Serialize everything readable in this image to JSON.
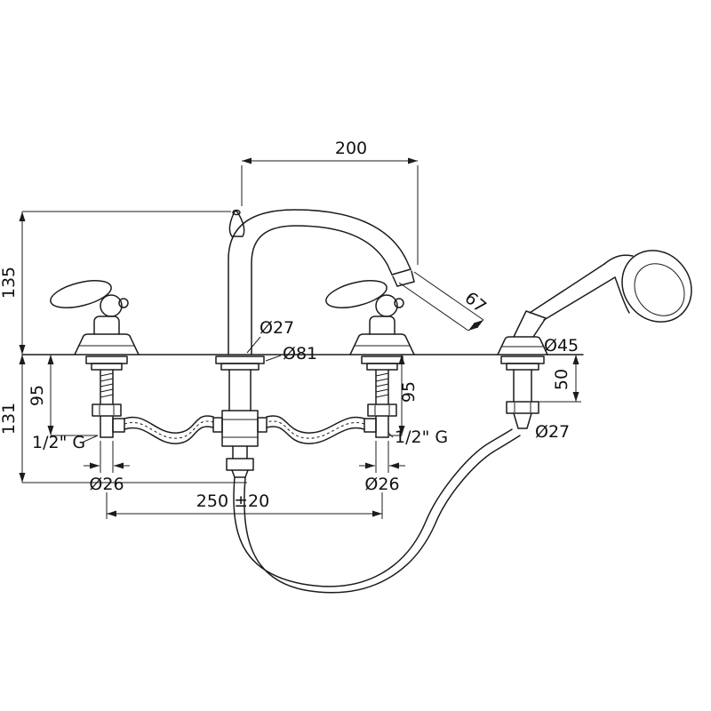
{
  "drawing": {
    "dims": {
      "spout_reach": "200",
      "spout_height": "135",
      "below_deck": "131",
      "tail_left": "95",
      "tail_right": "95",
      "spout_hole": "Ø27",
      "base_dia": "Ø81",
      "shower_base_dia": "Ø45",
      "shower_shank": "50",
      "shower_hose_dia": "Ø27",
      "thread_left": "1/2\" G",
      "thread_right": "1/2\" G",
      "hole_left": "Ø26",
      "hole_right": "Ø26",
      "centers": "250 ±20",
      "outlet": "67"
    }
  }
}
